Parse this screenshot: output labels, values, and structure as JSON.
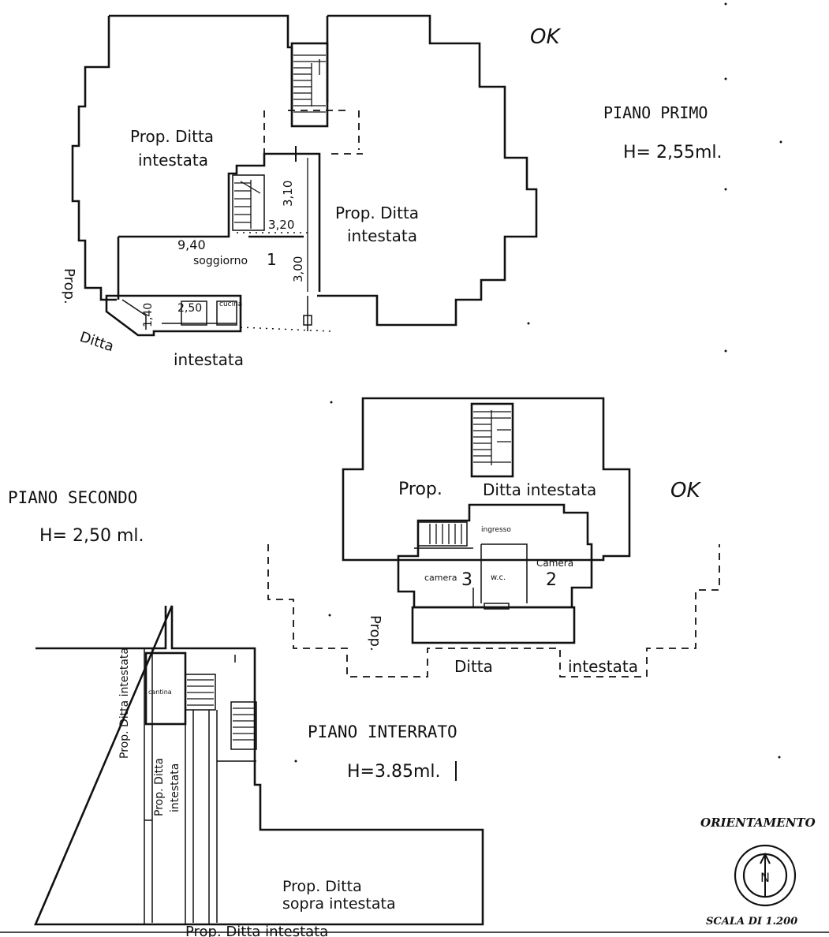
{
  "ok_marks": {
    "top": "OK",
    "middle": "OK"
  },
  "floors": {
    "primo": {
      "title": "PIANO PRIMO",
      "height": "H= 2,55ml.",
      "labels": {
        "prop_left_1": "Prop. Ditta",
        "prop_left_2": "intestata",
        "prop_right_1": "Prop. Ditta",
        "prop_right_2": "intestata",
        "dim_320": "3,20",
        "dim_310": "3,10",
        "dim_940": "9,40",
        "dim_300": "3,00",
        "dim_140": "1,40",
        "dim_250": "2,50",
        "room_soggiorno": "soggiorno",
        "room_num": "1",
        "small_room": "cucina",
        "outside_prop": "Prop.",
        "outside_ditta": "Ditta",
        "outside_intestata": "intestata"
      }
    },
    "secondo": {
      "title": "PIANO SECONDO",
      "height": "H= 2,50 ml.",
      "labels": {
        "prop": "Prop.",
        "ditta_intestata": "Ditta intestata",
        "ingresso": "ingresso",
        "camera_left": "camera",
        "camera_left_num": "3",
        "wc": "w.c.",
        "camera_right": "Camera",
        "camera_right_num": "2",
        "outside_prop": "Prop.",
        "outside_ditta": "Ditta",
        "outside_intestata": "intestata"
      }
    },
    "interrato": {
      "title": "PIANO INTERRATO",
      "height": "H=3.85ml.",
      "labels": {
        "vert_1": "Prop. Ditta intestata",
        "vert_2a": "Prop. Ditta",
        "vert_2b": "intestata",
        "cantina": "cantina",
        "sopra_1": "Prop. Ditta",
        "sopra_2": "sopra intestata",
        "bottom": "Prop. Ditta intestata"
      }
    }
  },
  "orientamento": "ORIENTAMENTO",
  "scala": "SCALA DI 1.200",
  "north_letter": "N"
}
